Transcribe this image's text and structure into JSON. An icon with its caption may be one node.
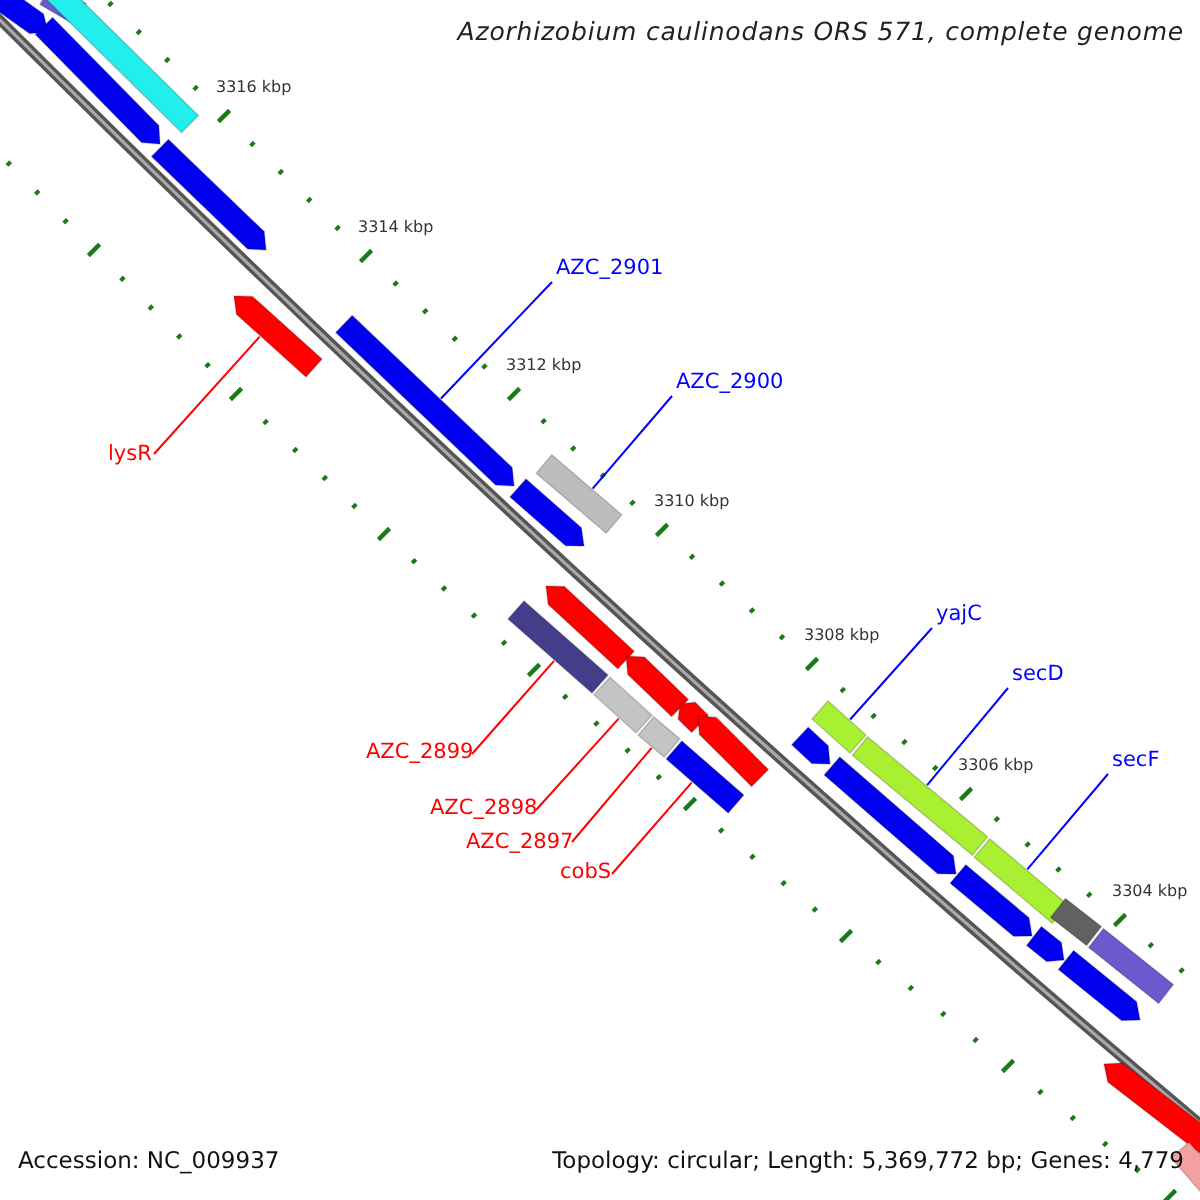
{
  "diagram": {
    "title": "Azorhizobium caulinodans ORS 571, complete genome",
    "nodes": [
      {
        "text": [
          "AZC_2901"
        ]
      },
      {
        "text": [
          "AZC_2900"
        ]
      },
      {
        "text": [
          "lysR"
        ]
      },
      {
        "text": [
          "yajC"
        ]
      },
      {
        "text": [
          "secD"
        ]
      },
      {
        "text": [
          "AZC_2899"
        ]
      },
      {
        "text": [
          "secF"
        ]
      },
      {
        "text": [
          "AZC_2898"
        ]
      },
      {
        "text": [
          "AZC_2897"
        ]
      },
      {
        "text": [
          "cobS"
        ]
      },
      {
        "text": [],
        "shape": "bar"
      },
      {
        "text": [],
        "shape": "bar"
      },
      {
        "text": [],
        "shape": "bar"
      },
      {
        "text": [],
        "shape": "bar"
      },
      {
        "text": [],
        "shape": "bar"
      },
      {
        "text": [],
        "shape": "bar"
      },
      {
        "text": [],
        "shape": "bar"
      },
      {
        "text": [],
        "shape": "bar"
      },
      {
        "text": [],
        "shape": "bar"
      },
      {
        "text": [],
        "shape": "bar"
      },
      {
        "text": [],
        "shape": "bar"
      },
      {
        "text": [],
        "shape": "bar"
      },
      {
        "text": [],
        "shape": "bar"
      },
      {
        "text": [],
        "shape": "bar"
      },
      {
        "text": [],
        "shape": "bar"
      },
      {
        "text": [],
        "shape": "bar"
      },
      {
        "text": [],
        "shape": "bar"
      },
      {
        "text": [],
        "shape": "bar"
      },
      {
        "text": [],
        "shape": "bar"
      },
      {
        "text": [],
        "shape": "bar"
      },
      {
        "text": [],
        "shape": "bar"
      },
      {
        "text": [],
        "shape": "bar"
      },
      {
        "text": [],
        "shape": "bar"
      },
      {
        "text": [],
        "shape": "bar"
      },
      {
        "text": [],
        "shape": "bar"
      },
      {
        "text": [],
        "shape": "bar"
      },
      {
        "text": [],
        "shape": "bar"
      },
      {
        "text": [],
        "shape": "bar"
      },
      {
        "text": [],
        "shape": "bar"
      }
    ],
    "edges": [
      {
        "from": 0,
        "to": 16,
        "arrow": "none",
        "color": "#0000ff"
      },
      {
        "from": 1,
        "to": 19,
        "arrow": "none",
        "color": "#0000ff"
      },
      {
        "from": 2,
        "to": 15,
        "arrow": "none",
        "color": "#ff0000"
      },
      {
        "from": 3,
        "to": 28,
        "arrow": "none",
        "color": "#0000ff"
      },
      {
        "from": 4,
        "to": 30,
        "arrow": "none",
        "color": "#0000ff"
      },
      {
        "from": 5,
        "to": 17,
        "arrow": "none",
        "color": "#ff0000"
      },
      {
        "from": 6,
        "to": 32,
        "arrow": "none",
        "color": "#0000ff"
      },
      {
        "from": 7,
        "to": 21,
        "arrow": "none",
        "color": "#ff0000"
      },
      {
        "from": 8,
        "to": 23,
        "arrow": "none",
        "color": "#ff0000"
      },
      {
        "from": 9,
        "to": 24,
        "arrow": "none",
        "color": "#ff0000"
      }
    ],
    "labels": [
      "3316 kbp",
      "3314 kbp",
      "3312 kbp",
      "3310 kbp",
      "3308 kbp",
      "3306 kbp",
      "3304 kbp",
      "Accession: NC_009937",
      "Topology: circular; Length: 5,369,772 bp; Genes: 4,779"
    ]
  }
}
